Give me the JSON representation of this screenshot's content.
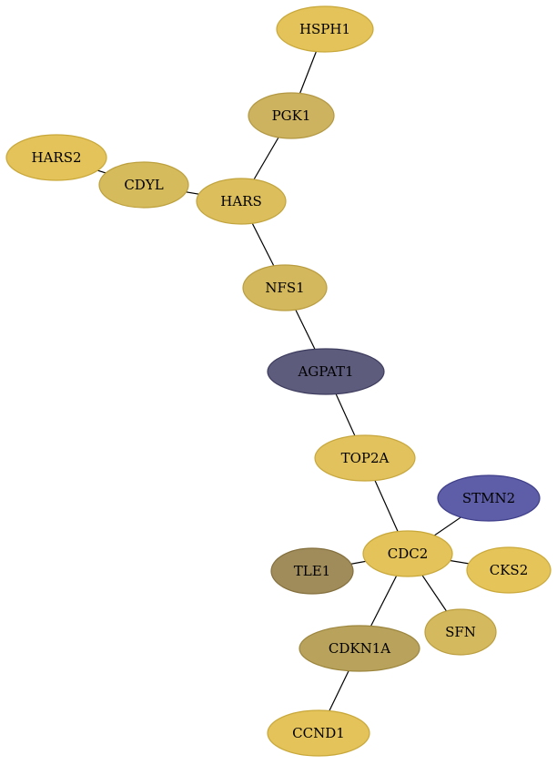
{
  "graph": {
    "nodes": [
      {
        "id": "HSPH1",
        "label": "HSPH1",
        "fill": "#e3c35a",
        "stroke": "#c9a83a",
        "text_color": "#000000"
      },
      {
        "id": "PGK1",
        "label": "PGK1",
        "fill": "#cdb260",
        "stroke": "#b39844",
        "text_color": "#000000"
      },
      {
        "id": "HARS2",
        "label": "HARS2",
        "fill": "#e3c35a",
        "stroke": "#c9a83a",
        "text_color": "#000000"
      },
      {
        "id": "CDYL",
        "label": "CDYL",
        "fill": "#d6bb5c",
        "stroke": "#bca03e",
        "text_color": "#000000"
      },
      {
        "id": "HARS",
        "label": "HARS",
        "fill": "#dcbf5c",
        "stroke": "#c2a43e",
        "text_color": "#000000"
      },
      {
        "id": "NFS1",
        "label": "NFS1",
        "fill": "#d3b85e",
        "stroke": "#b99d40",
        "text_color": "#000000"
      },
      {
        "id": "AGPAT1",
        "label": "AGPAT1",
        "fill": "#5e5c7d",
        "stroke": "#3e3c5e",
        "text_color": "#000000"
      },
      {
        "id": "TOP2A",
        "label": "TOP2A",
        "fill": "#e1c25c",
        "stroke": "#c7a73e",
        "text_color": "#000000"
      },
      {
        "id": "STMN2",
        "label": "STMN2",
        "fill": "#5e5ea8",
        "stroke": "#3e3e8a",
        "text_color": "#000000"
      },
      {
        "id": "CDC2",
        "label": "CDC2",
        "fill": "#e3c35a",
        "stroke": "#c9a83a",
        "text_color": "#000000"
      },
      {
        "id": "TLE1",
        "label": "TLE1",
        "fill": "#a08c5a",
        "stroke": "#84703e",
        "text_color": "#000000"
      },
      {
        "id": "CKS2",
        "label": "CKS2",
        "fill": "#e5c55a",
        "stroke": "#cba93a",
        "text_color": "#000000"
      },
      {
        "id": "SFN",
        "label": "SFN",
        "fill": "#d5b95e",
        "stroke": "#bb9e40",
        "text_color": "#000000"
      },
      {
        "id": "CDKN1A",
        "label": "CDKN1A",
        "fill": "#b8a25c",
        "stroke": "#9c863e",
        "text_color": "#000000"
      },
      {
        "id": "CCND1",
        "label": "CCND1",
        "fill": "#e3c35a",
        "stroke": "#c9a83a",
        "text_color": "#000000"
      }
    ],
    "edges": [
      {
        "source": "HSPH1",
        "target": "PGK1"
      },
      {
        "source": "PGK1",
        "target": "HARS"
      },
      {
        "source": "HARS2",
        "target": "CDYL"
      },
      {
        "source": "CDYL",
        "target": "HARS"
      },
      {
        "source": "HARS",
        "target": "NFS1"
      },
      {
        "source": "NFS1",
        "target": "AGPAT1"
      },
      {
        "source": "AGPAT1",
        "target": "TOP2A"
      },
      {
        "source": "TOP2A",
        "target": "CDC2"
      },
      {
        "source": "STMN2",
        "target": "CDC2"
      },
      {
        "source": "TLE1",
        "target": "CDC2"
      },
      {
        "source": "CDC2",
        "target": "CKS2"
      },
      {
        "source": "CDC2",
        "target": "SFN"
      },
      {
        "source": "CDC2",
        "target": "CDKN1A"
      },
      {
        "source": "CDKN1A",
        "target": "CCND1"
      }
    ]
  }
}
